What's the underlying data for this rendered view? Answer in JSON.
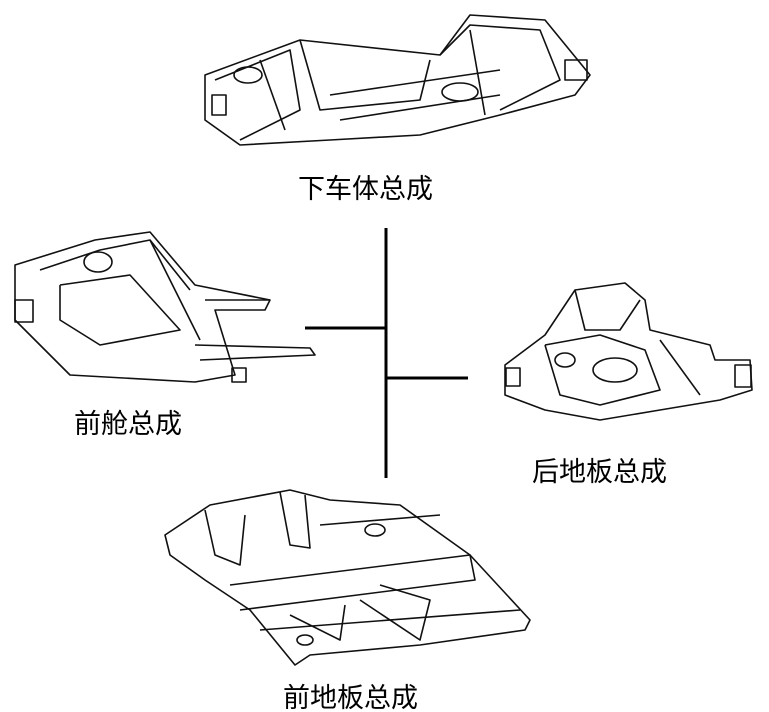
{
  "labels": {
    "underbody": "下车体总成",
    "front_compartment": "前舱总成",
    "rear_floor": "后地板总成",
    "front_floor": "前地板总成"
  }
}
